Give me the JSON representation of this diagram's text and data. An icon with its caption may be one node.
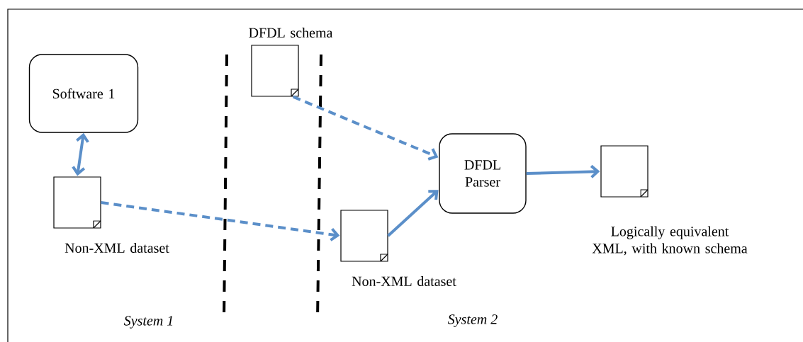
{
  "diagram": {
    "nodes": [
      {
        "text": [
          "Software 1"
        ]
      },
      {
        "text": [],
        "shape": "document",
        "beside": [
          "Non-XML dataset"
        ]
      },
      {
        "text": [],
        "shape": "document",
        "beside": [
          "DFDL schema"
        ]
      },
      {
        "text": [],
        "shape": "document",
        "beside": [
          "Non-XML dataset"
        ]
      },
      {
        "text": [
          "DFDL Parser"
        ]
      },
      {
        "text": [],
        "shape": "document",
        "beside": [
          "Logically equivalent XML, with known schema"
        ]
      }
    ],
    "edges": [
      {
        "from": 0,
        "to": 1,
        "arrow": "both"
      },
      {
        "from": 1,
        "to": 3,
        "arrow": "to",
        "style": "dashed"
      },
      {
        "from": 2,
        "to": 4,
        "arrow": "to",
        "style": "dashed"
      },
      {
        "from": 3,
        "to": 4,
        "arrow": "to"
      },
      {
        "from": 4,
        "to": 5,
        "arrow": "to"
      }
    ],
    "labels": [
      "System 1",
      "System 2"
    ]
  }
}
